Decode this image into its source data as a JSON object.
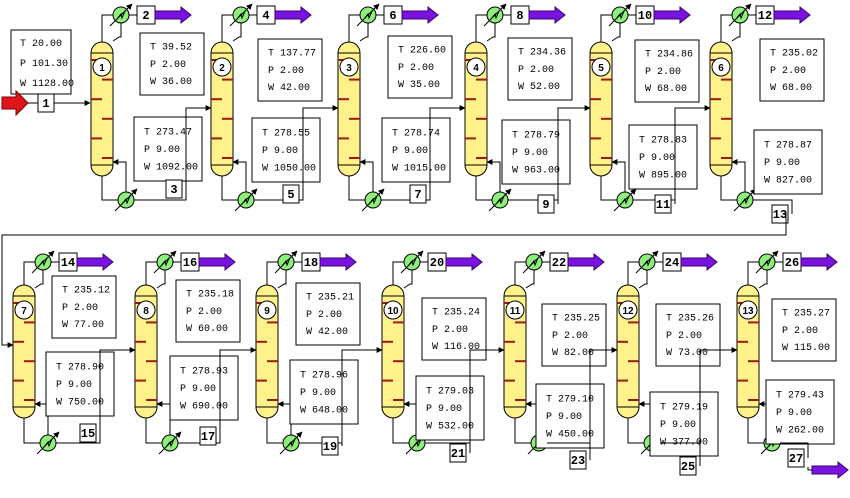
{
  "feed": {
    "stream": "1",
    "lines": [
      "T 20.00",
      "P 101.30",
      "W 1128.00"
    ]
  },
  "columns": [
    {
      "id": "1",
      "top": {
        "stream": "2",
        "lines": [
          "T 39.52",
          "P 2.00",
          "W 36.00"
        ]
      },
      "bottom": {
        "stream": "3",
        "lines": [
          "T 273.47",
          "P 9.00",
          "W 1092.00"
        ]
      }
    },
    {
      "id": "2",
      "top": {
        "stream": "4",
        "lines": [
          "T 137.77",
          "P 2.00",
          "W 42.00"
        ]
      },
      "bottom": {
        "stream": "5",
        "lines": [
          "T 278.55",
          "P 9.00",
          "W 1050.00"
        ]
      }
    },
    {
      "id": "3",
      "top": {
        "stream": "6",
        "lines": [
          "T 226.60",
          "P 2.00",
          "W 35.00"
        ]
      },
      "bottom": {
        "stream": "7",
        "lines": [
          "T 278.74",
          "P 9.00",
          "W 1015.00"
        ]
      }
    },
    {
      "id": "4",
      "top": {
        "stream": "8",
        "lines": [
          "T 234.36",
          "P 2.00",
          "W 52.00"
        ]
      },
      "bottom": {
        "stream": "9",
        "lines": [
          "T 278.79",
          "P 9.00",
          "W 963.00"
        ]
      }
    },
    {
      "id": "5",
      "top": {
        "stream": "10",
        "lines": [
          "T 234.86",
          "P 2.00",
          "W 68.00"
        ]
      },
      "bottom": {
        "stream": "11",
        "lines": [
          "T 278.83",
          "P 9.00",
          "W 895.00"
        ]
      }
    },
    {
      "id": "6",
      "top": {
        "stream": "12",
        "lines": [
          "T 235.02",
          "P 2.00",
          "W 68.00"
        ]
      },
      "bottom": {
        "stream": "13",
        "lines": [
          "T 278.87",
          "P 9.00",
          "W 827.00"
        ]
      }
    },
    {
      "id": "7",
      "top": {
        "stream": "14",
        "lines": [
          "T 235.12",
          "P 2.00",
          "W 77.00"
        ]
      },
      "bottom": {
        "stream": "15",
        "lines": [
          "T 278.90",
          "P 9.00",
          "W 750.00"
        ]
      }
    },
    {
      "id": "8",
      "top": {
        "stream": "16",
        "lines": [
          "T 235.18",
          "P 2.00",
          "W 60.00"
        ]
      },
      "bottom": {
        "stream": "17",
        "lines": [
          "T 278.93",
          "P 9.00",
          "W 690.00"
        ]
      }
    },
    {
      "id": "9",
      "top": {
        "stream": "18",
        "lines": [
          "T 235.21",
          "P 2.00",
          "W 42.00"
        ]
      },
      "bottom": {
        "stream": "19",
        "lines": [
          "T 278.96",
          "P 9.00",
          "W 648.00"
        ]
      }
    },
    {
      "id": "10",
      "top": {
        "stream": "20",
        "lines": [
          "T 235.24",
          "P 2.00",
          "W 116.00"
        ]
      },
      "bottom": {
        "stream": "21",
        "lines": [
          "T 279.03",
          "P 9.00",
          "W 532.00"
        ]
      }
    },
    {
      "id": "11",
      "top": {
        "stream": "22",
        "lines": [
          "T 235.25",
          "P 2.00",
          "W 82.00"
        ]
      },
      "bottom": {
        "stream": "23",
        "lines": [
          "T 279.10",
          "P 9.00",
          "W 450.00"
        ]
      }
    },
    {
      "id": "12",
      "top": {
        "stream": "24",
        "lines": [
          "T 235.26",
          "P 2.00",
          "W 73.00"
        ]
      },
      "bottom": {
        "stream": "25",
        "lines": [
          "T 279.19",
          "P 9.00",
          "W 377.00"
        ]
      }
    },
    {
      "id": "13",
      "top": {
        "stream": "26",
        "lines": [
          "T 235.27",
          "P 2.00",
          "W 115.00"
        ]
      },
      "bottom": {
        "stream": "27",
        "lines": [
          "T 279.43",
          "P 9.00",
          "W 262.00"
        ]
      }
    }
  ],
  "colors": {
    "column_fill": "#fff28a",
    "tray": "#9b1a1a",
    "exchanger": "#8df07a",
    "feed_arrow": "#e0141a",
    "product_arrow": "#7a12e0",
    "line": "#000000"
  }
}
